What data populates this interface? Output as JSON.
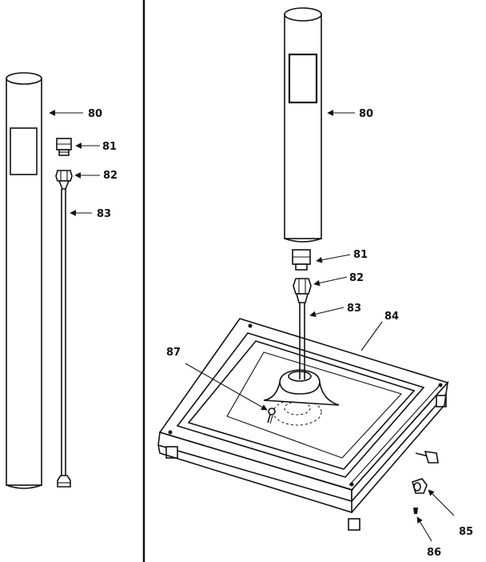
{
  "colors": {
    "ink": "#111111",
    "paper": "#ffffff"
  },
  "callouts": {
    "left": {
      "p80": "80",
      "p81": "81",
      "p82": "82",
      "p83": "83"
    },
    "right": {
      "p80": "80",
      "p81": "81",
      "p82": "82",
      "p83": "83",
      "p84": "84",
      "p85": "85",
      "p86": "86",
      "p87": "87"
    }
  }
}
